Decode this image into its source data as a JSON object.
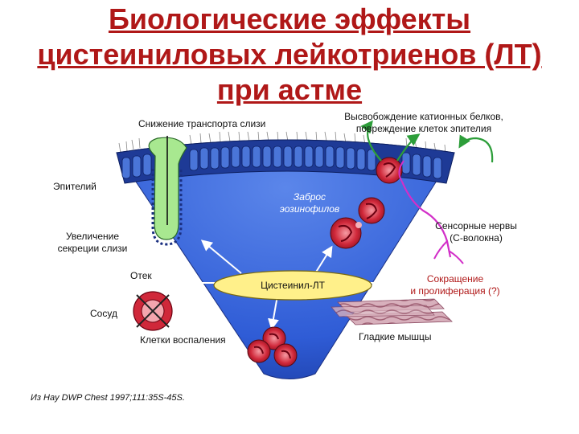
{
  "title": {
    "line1": "Биологические эффекты",
    "line2": "цистеиниловых лейкотриенов (ЛТ)",
    "line3": "при астме"
  },
  "labels": {
    "mucus_transport": "Снижение транспорта слизи",
    "cationic_release_1": "Высвобождение катионных белков,",
    "cationic_release_2": "повреждение клеток эпителия",
    "epithelium": "Эпителий",
    "eosinophil_1": "Заброс",
    "eosinophil_2": "эозинофилов",
    "sensory_1": "Сенсорные нервы",
    "sensory_2": "(С-волокна)",
    "mucus_secretion_1": "Увеличение",
    "mucus_secretion_2": "секреции слизи",
    "edema": "Отек",
    "center": "Цистеинил-ЛТ",
    "contraction_1": "Сокращение",
    "contraction_2": "и пролиферация (?)",
    "vessel": "Сосуд",
    "inflammatory_cells": "Клетки воспаления",
    "smooth_muscle": "Гладкие мышцы",
    "source": "Из Hay DWP Chest 1997;111:35S-45S."
  },
  "colors": {
    "title": "#b01818",
    "cone": "#2f5cd6",
    "epithelium": "#1e3a96",
    "gland": "#a8e890",
    "eosinophil": "#d0283a",
    "nerve": "#d22fc8",
    "arrow_green": "#2d9e3a",
    "center_fill": "#fff08a"
  }
}
